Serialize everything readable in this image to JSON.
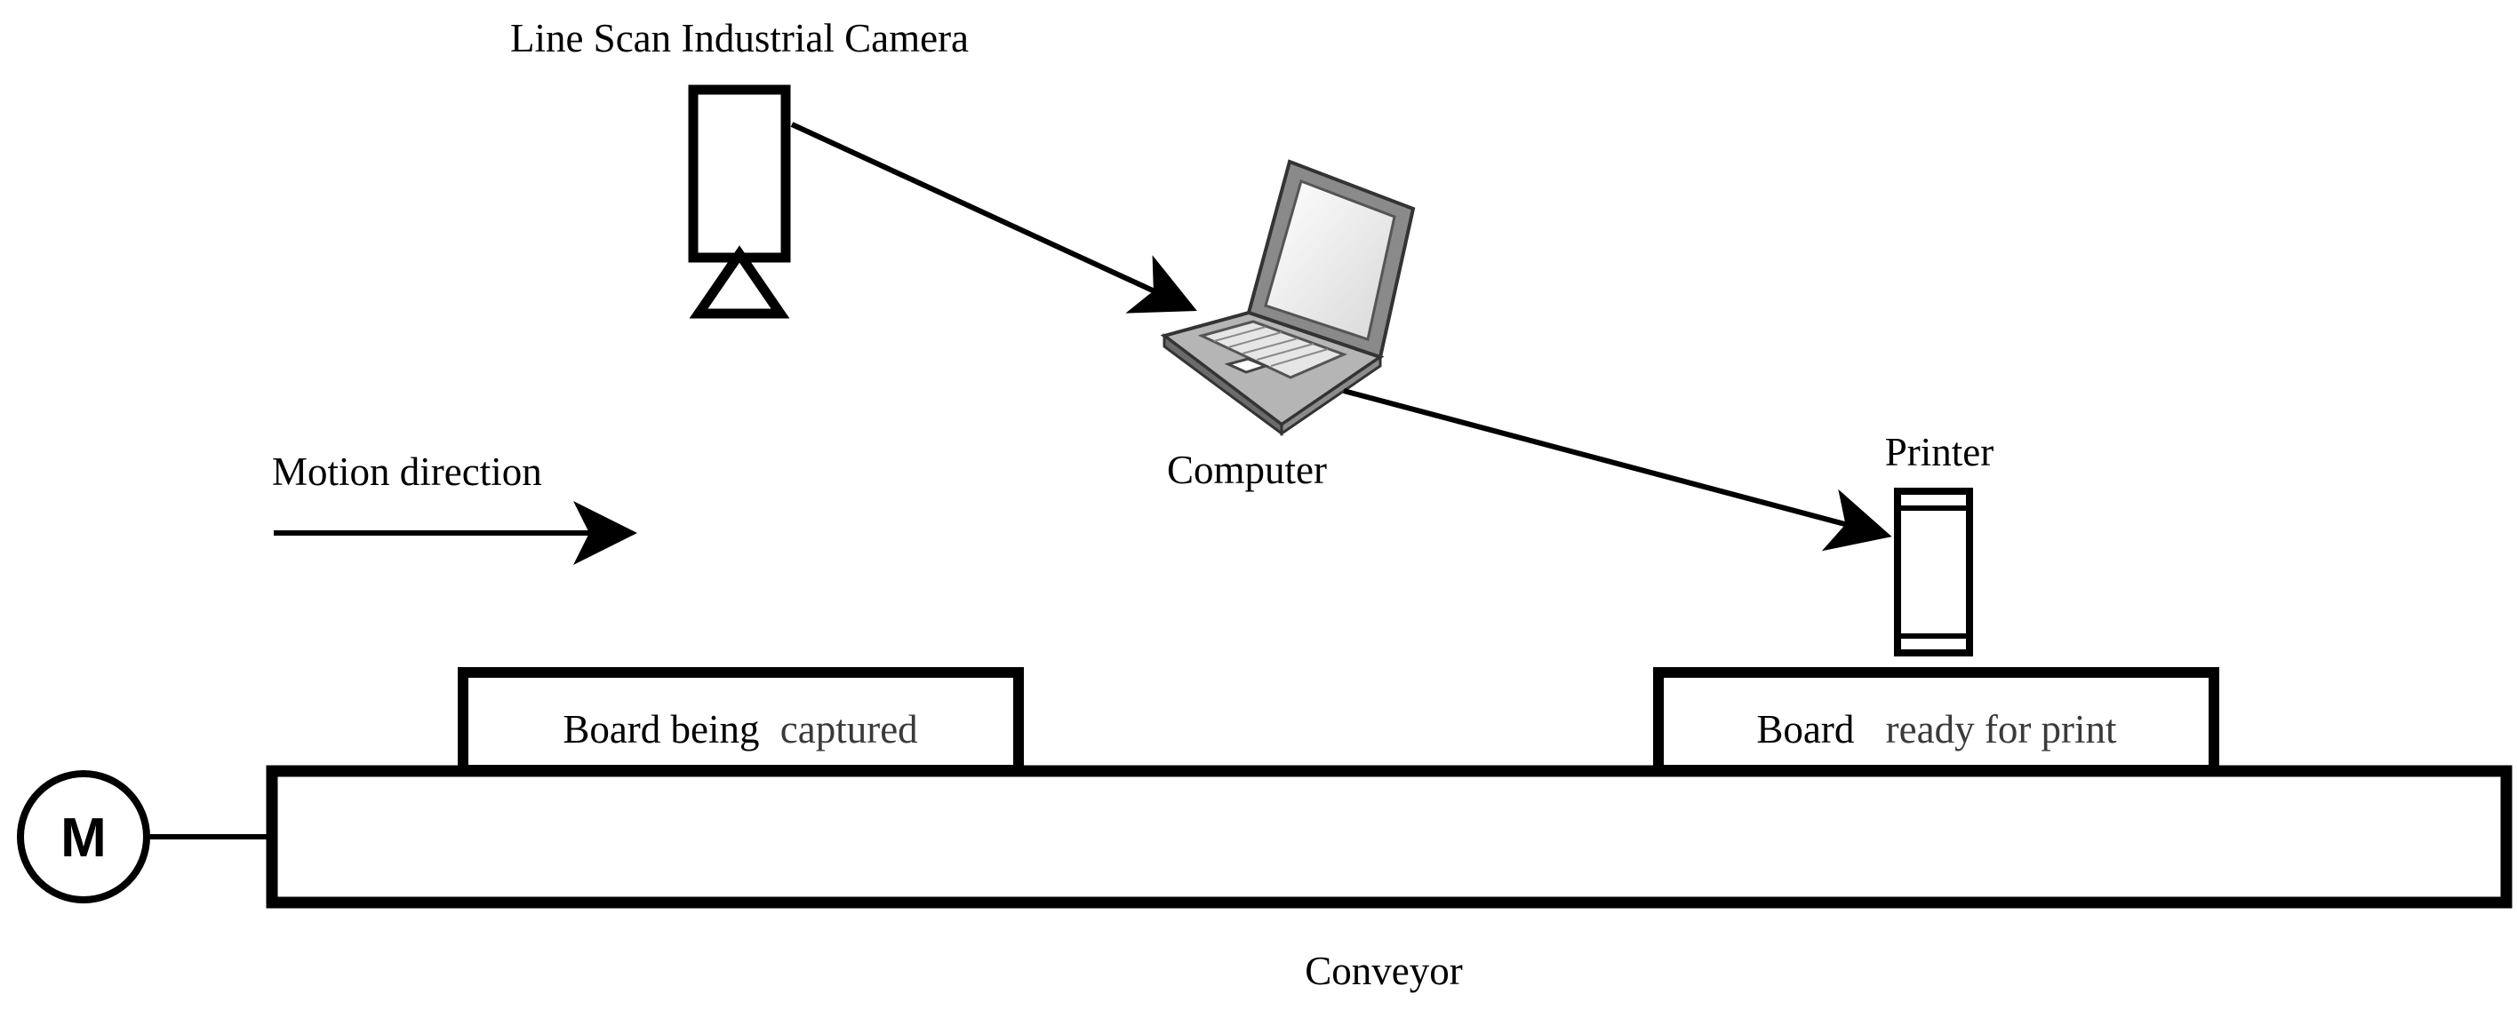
{
  "labels": {
    "camera": "Line Scan Industrial Camera",
    "computer": "Computer",
    "printer": "Printer",
    "motion": "Motion direction",
    "board_captured_a": "Board being",
    "board_captured_b": "captured",
    "board_print_a": "Board",
    "board_print_b": "ready for print",
    "conveyor": "Conveyor",
    "motor": "M"
  },
  "colors": {
    "stroke": "#000000",
    "laptop_body": "#b5b5b5",
    "laptop_dark": "#6b6b6b",
    "laptop_screen": "#f2f2f2",
    "label_gray": "#3a3a3a"
  }
}
